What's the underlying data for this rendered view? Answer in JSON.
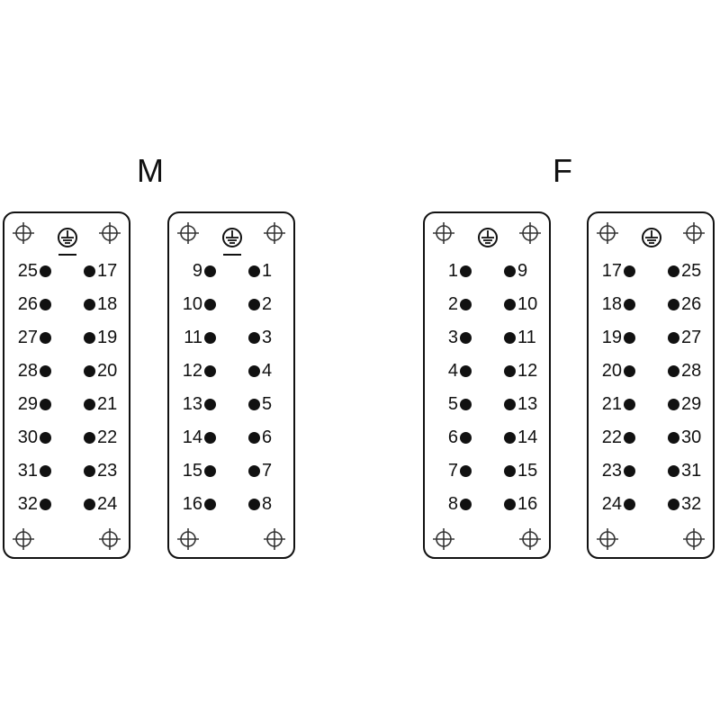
{
  "titles": {
    "m": "M",
    "f": "F"
  },
  "inserts": {
    "m_left": {
      "left_col": [
        "25",
        "26",
        "27",
        "28",
        "29",
        "30",
        "31",
        "32"
      ],
      "right_col": [
        "17",
        "18",
        "19",
        "20",
        "21",
        "22",
        "23",
        "24"
      ]
    },
    "m_right": {
      "left_col": [
        "9",
        "10",
        "11",
        "12",
        "13",
        "14",
        "15",
        "16"
      ],
      "right_col": [
        "1",
        "2",
        "3",
        "4",
        "5",
        "6",
        "7",
        "8"
      ]
    },
    "f_left": {
      "left_col": [
        "1",
        "2",
        "3",
        "4",
        "5",
        "6",
        "7",
        "8"
      ],
      "right_col": [
        "9",
        "10",
        "11",
        "12",
        "13",
        "14",
        "15",
        "16"
      ]
    },
    "f_right": {
      "left_col": [
        "17",
        "18",
        "19",
        "20",
        "21",
        "22",
        "23",
        "24"
      ],
      "right_col": [
        "25",
        "26",
        "27",
        "28",
        "29",
        "30",
        "31",
        "32"
      ]
    }
  },
  "icons": {
    "mount": "mounting-hole-crosshair-icon",
    "ground": "protective-earth-icon"
  }
}
